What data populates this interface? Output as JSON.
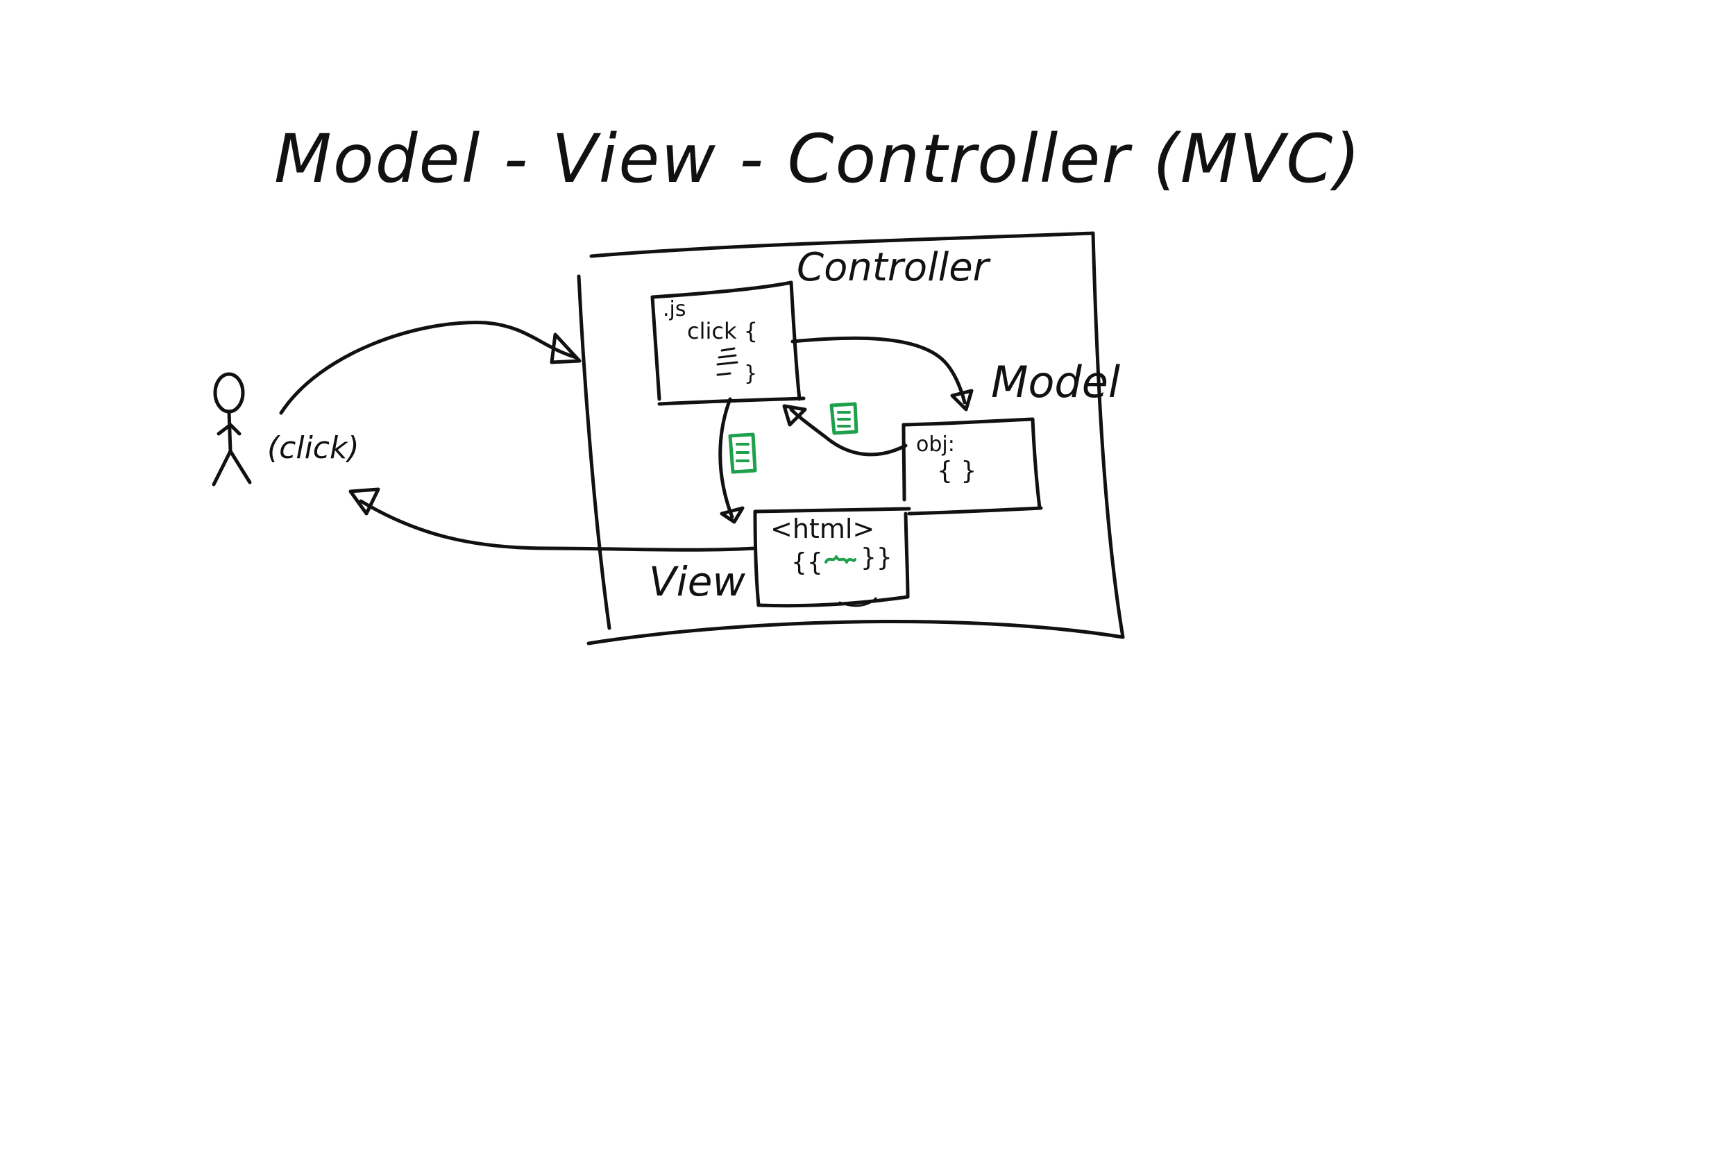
{
  "title": "Model - View - Controller (MVC)",
  "labels": {
    "controller": "Controller",
    "model": "Model",
    "view": "View",
    "user_action": "(click)"
  },
  "controller_file": {
    "ext": ".js",
    "code_line1": "click {",
    "code_line3": "}"
  },
  "model_file": {
    "code_line1": "obj:",
    "code_line2": "{   }"
  },
  "view_file": {
    "code_line1": "<html>",
    "code_line2_left": "{{",
    "code_line2_right": "}}"
  },
  "colors": {
    "ink": "#111111",
    "accent": "#1ea04c",
    "background": "#ffffff"
  },
  "icons": [
    "stick-figure-icon",
    "document-icon"
  ]
}
